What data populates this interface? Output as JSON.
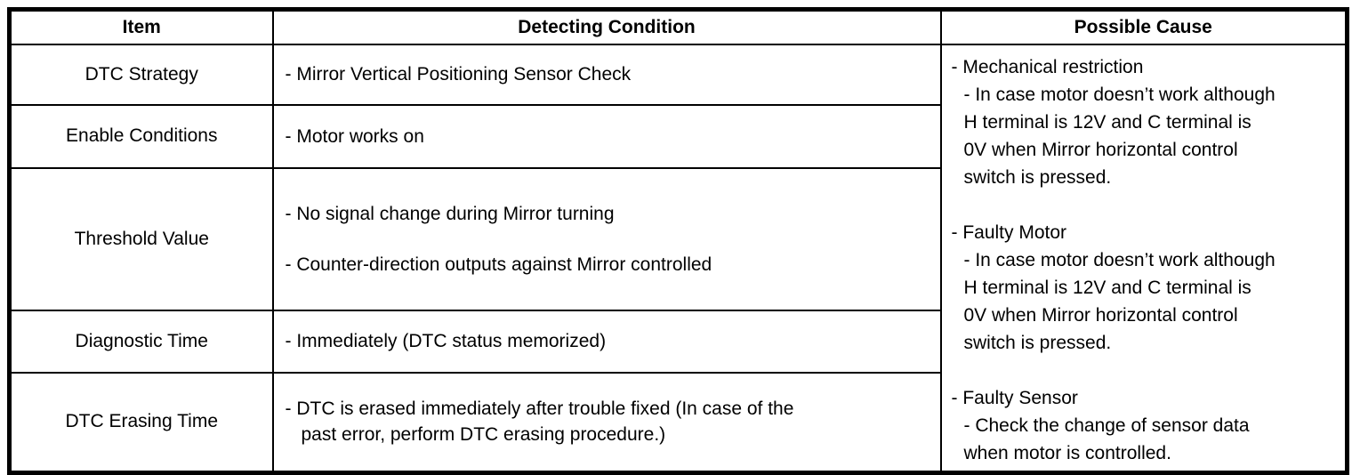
{
  "document": {
    "colors": {
      "border": "#000000",
      "text": "#000000",
      "background": "#ffffff"
    },
    "table": {
      "headers": [
        "Item",
        "Detecting Condition",
        "Possible Cause"
      ],
      "rows": [
        {
          "item": "DTC Strategy",
          "bullets": [
            [
              "- Mirror Vertical Positioning Sensor Check"
            ]
          ]
        },
        {
          "item": "Enable Conditions",
          "bullets": [
            [
              "- Motor works on"
            ]
          ]
        },
        {
          "item": "Threshold Value",
          "bullets": [
            [
              "- No signal change during Mirror turning"
            ],
            [
              "- Counter-direction outputs against Mirror controlled"
            ]
          ]
        },
        {
          "item": "Diagnostic Time",
          "bullets": [
            [
              "- Immediately (DTC status memorized)"
            ]
          ]
        },
        {
          "item": "DTC Erasing Time",
          "bullets": [
            [
              "- DTC is erased immediately after trouble fixed (In case of the",
              "past error, perform DTC erasing procedure.)"
            ]
          ]
        }
      ],
      "possible_causes": [
        {
          "title": "- Mechanical restriction",
          "detail_lines": [
            "- In case motor doesn’t work although",
            "H terminal is 12V and C terminal is",
            "0V when Mirror horizontal control",
            "switch is pressed."
          ]
        },
        {
          "title": "- Faulty Motor",
          "detail_lines": [
            "- In case motor doesn’t work although",
            "H terminal is 12V and C terminal is",
            "0V when Mirror horizontal control",
            "switch is pressed."
          ]
        },
        {
          "title": "- Faulty Sensor",
          "detail_lines": [
            "- Check the change of sensor data",
            "when motor is controlled."
          ]
        }
      ]
    }
  }
}
